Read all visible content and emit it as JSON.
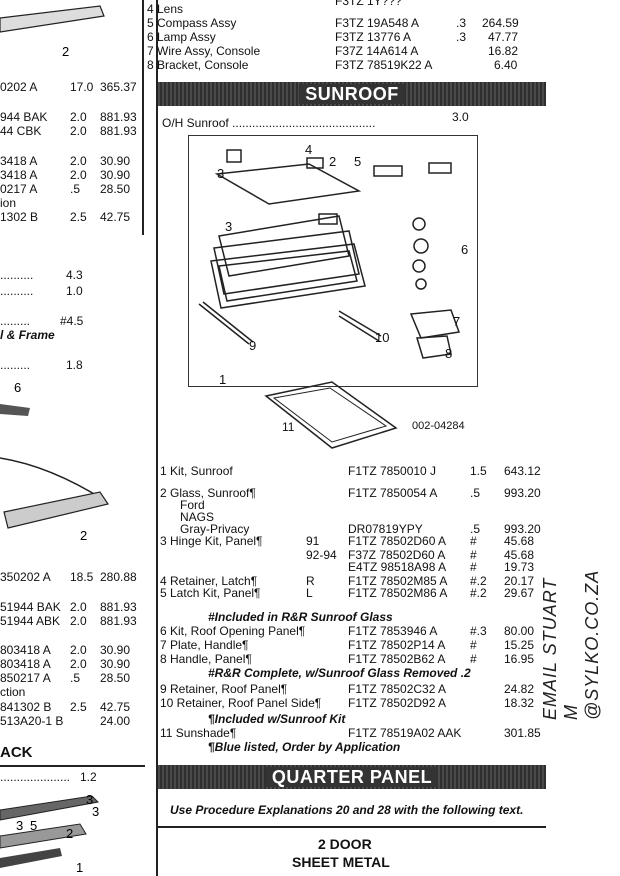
{
  "top_list": [
    {
      "label": "4 Lens",
      "part": "F3TZ 1Y???",
      "qty": "",
      "price": ""
    },
    {
      "label": "5 Compass Assy",
      "part": "F3TZ 19A548 A",
      "qty": ".3",
      "price": "264.59"
    },
    {
      "label": "6 Lamp Assy",
      "part": "F3TZ 13776 A",
      "qty": ".3",
      "price": "47.77"
    },
    {
      "label": "7 Wire Assy, Console",
      "part": "F37Z 14A614 A",
      "qty": "",
      "price": "16.82"
    },
    {
      "label": "8 Bracket, Console",
      "part": "F3TZ 78519K22 A",
      "qty": "",
      "price": "6.40"
    }
  ],
  "sunroof": {
    "banner": "SUNROOF",
    "oh_label": "O/H Sunroof",
    "oh_value": "3.0",
    "diagram_code": "002-04284",
    "callouts": [
      "1",
      "2",
      "3",
      "4",
      "5",
      "6",
      "7",
      "8",
      "9",
      "10",
      "11",
      "3"
    ],
    "rows": [
      {
        "ref": "1 Kit, Sunroof",
        "yr": "",
        "part": "F1TZ 7850010 J",
        "qty": "1.5",
        "price": "643.12"
      },
      {
        "ref": "2 Glass, Sunroof¶",
        "yr": "",
        "part": "F1TZ 7850054 A",
        "qty": ".5",
        "price": "993.20"
      },
      {
        "ref": "Ford",
        "yr": "",
        "part": "",
        "qty": "",
        "price": ""
      },
      {
        "ref": "NAGS",
        "yr": "",
        "part": "",
        "qty": "",
        "price": ""
      },
      {
        "ref": "Gray-Privacy",
        "yr": "",
        "part": "DR07819YPY",
        "qty": ".5",
        "price": "993.20"
      },
      {
        "ref": "3 Hinge Kit, Panel¶",
        "yr": "91",
        "part": "F1TZ 78502D60 A",
        "qty": "#",
        "price": "45.68"
      },
      {
        "ref": "",
        "yr": "92-94",
        "part": "F37Z 78502D60 A",
        "qty": "#",
        "price": "45.68"
      },
      {
        "ref": "",
        "yr": "",
        "part": "E4TZ 98518A98 A",
        "qty": "#",
        "price": "19.73"
      },
      {
        "ref": "4 Retainer, Latch¶",
        "yr": "R",
        "part": "F1TZ 78502M85 A",
        "qty": "#.2",
        "price": "20.17"
      },
      {
        "ref": "5 Latch Kit, Panel¶",
        "yr": "L",
        "part": "F1TZ 78502M86 A",
        "qty": "#.2",
        "price": "29.67"
      },
      {
        "ref": "#Included in R&R Sunroof Glass",
        "yr": "",
        "part": "",
        "qty": "",
        "price": ""
      },
      {
        "ref": "6 Kit, Roof Opening Panel¶",
        "yr": "",
        "part": "F1TZ 7853946 A",
        "qty": "#.3",
        "price": "80.00"
      },
      {
        "ref": "7 Plate, Handle¶",
        "yr": "",
        "part": "F1TZ 78502P14 A",
        "qty": "#",
        "price": "15.25"
      },
      {
        "ref": "8 Handle, Panel¶",
        "yr": "",
        "part": "F1TZ 78502B62 A",
        "qty": "#",
        "price": "16.95"
      },
      {
        "ref": "#R&R Complete, w/Sunroof Glass Removed .2",
        "yr": "",
        "part": "",
        "qty": "",
        "price": ""
      },
      {
        "ref": "9 Retainer, Roof Panel¶",
        "yr": "",
        "part": "F1TZ 78502C32 A",
        "qty": "",
        "price": "24.82"
      },
      {
        "ref": "10 Retainer, Roof Panel Side¶",
        "yr": "",
        "part": "F1TZ 78502D92 A",
        "qty": "",
        "price": "18.32"
      },
      {
        "ref": "¶Included w/Sunroof Kit",
        "yr": "",
        "part": "",
        "qty": "",
        "price": ""
      },
      {
        "ref": "11 Sunshade¶",
        "yr": "",
        "part": "F1TZ 78519A02 AAK",
        "qty": "",
        "price": "301.85"
      },
      {
        "ref": "¶Blue listed, Order by Application",
        "yr": "",
        "part": "",
        "qty": "",
        "price": ""
      }
    ]
  },
  "quarter": {
    "banner": "QUARTER PANEL",
    "note": "Use Procedure Explanations 20 and 28 with the following text.",
    "sub1": "2 DOOR",
    "sub2": "SHEET METAL"
  },
  "left_col": {
    "rows_a": [
      {
        "c1": "0202 A",
        "c2": "17.0",
        "c3": "365.37"
      },
      {
        "c1": "944 BAK",
        "c2": "2.0",
        "c3": "881.93"
      },
      {
        "c1": "44 CBK",
        "c2": "2.0",
        "c3": "881.93"
      },
      {
        "c1": "3418 A",
        "c2": "2.0",
        "c3": "30.90"
      },
      {
        "c1": "3418 A",
        "c2": "2.0",
        "c3": "30.90"
      },
      {
        "c1": "0217 A",
        "c2": ".5",
        "c3": "28.50"
      },
      {
        "c1": "ion",
        "c2": "",
        "c3": ""
      },
      {
        "c1": "1302 B",
        "c2": "2.5",
        "c3": "42.75"
      }
    ],
    "mid": [
      {
        "text": "..........",
        "val": "4.3"
      },
      {
        "text": "..........",
        "val": "1.0"
      },
      {
        "text": ".........",
        "val": "#4.5"
      },
      {
        "text": "l & Frame",
        "val": ""
      },
      {
        "text": ".........",
        "val": "1.8"
      }
    ],
    "rows_b": [
      {
        "c1": "350202 A",
        "c2": "18.5",
        "c3": "280.88"
      },
      {
        "c1": "51944 BAK",
        "c2": "2.0",
        "c3": "881.93"
      },
      {
        "c1": "51944 ABK",
        "c2": "2.0",
        "c3": "881.93"
      },
      {
        "c1": "803418 A",
        "c2": "2.0",
        "c3": "30.90"
      },
      {
        "c1": "803418 A",
        "c2": "2.0",
        "c3": "30.90"
      },
      {
        "c1": "850217 A",
        "c2": ".5",
        "c3": "28.50"
      },
      {
        "c1": "ction",
        "c2": "",
        "c3": ""
      },
      {
        "c1": "841302 B",
        "c2": "2.5",
        "c3": "42.75"
      },
      {
        "c1": "513A20-1 B",
        "c2": "",
        "c3": "24.00"
      }
    ],
    "ack": "ACK",
    "ack_val": "1.2",
    "callouts": [
      "2",
      "6",
      "2",
      "3",
      "3",
      "5",
      "2",
      "1"
    ]
  },
  "email": "EMAIL  STUART M @SYLKO.CO.ZA"
}
